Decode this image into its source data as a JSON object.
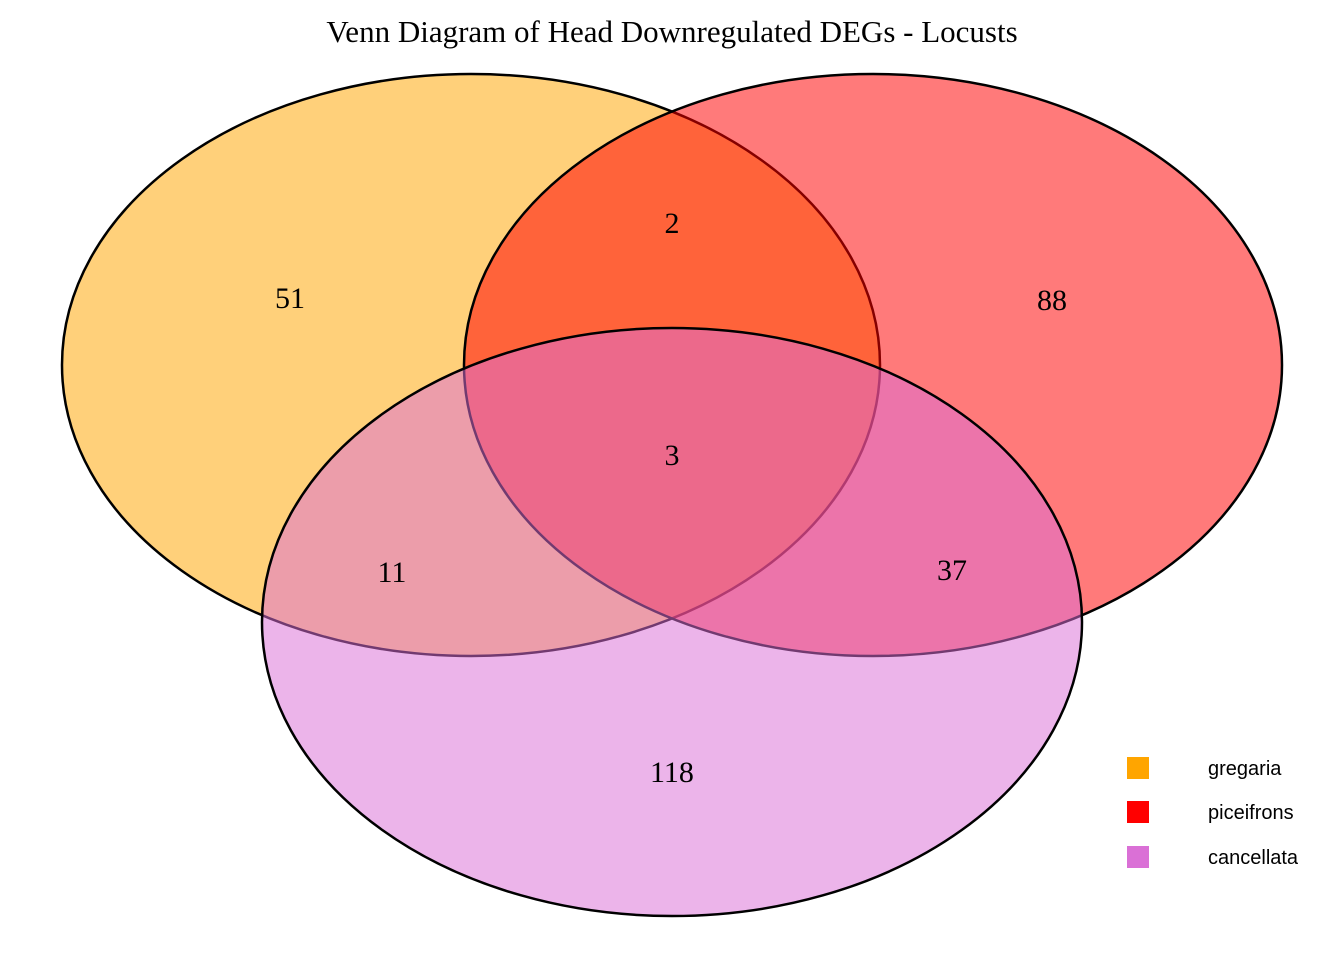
{
  "title": "Venn Diagram of Head Downregulated DEGs - Locusts",
  "chart_data": {
    "type": "venn",
    "title": "Venn Diagram of Head Downregulated DEGs - Locusts",
    "sets": [
      {
        "name": "gregaria",
        "color": "#FFA500"
      },
      {
        "name": "piceifrons",
        "color": "#FF0000"
      },
      {
        "name": "cancellata",
        "color": "#DA70D6"
      }
    ],
    "region_counts": {
      "gregaria_only": 51,
      "piceifrons_only": 88,
      "cancellata_only": 118,
      "gregaria_and_piceifrons": 2,
      "gregaria_and_cancellata": 11,
      "piceifrons_and_cancellata": 37,
      "all_three": 3
    },
    "fill_opacity": 0.5,
    "stroke_color": "#000000",
    "legend_position": "bottom-right",
    "grid": false
  },
  "legend": {
    "items": [
      {
        "label": "gregaria",
        "color": "#FFA500"
      },
      {
        "label": "piceifrons",
        "color": "#FF0000"
      },
      {
        "label": "cancellata",
        "color": "#DA70D6"
      }
    ]
  }
}
